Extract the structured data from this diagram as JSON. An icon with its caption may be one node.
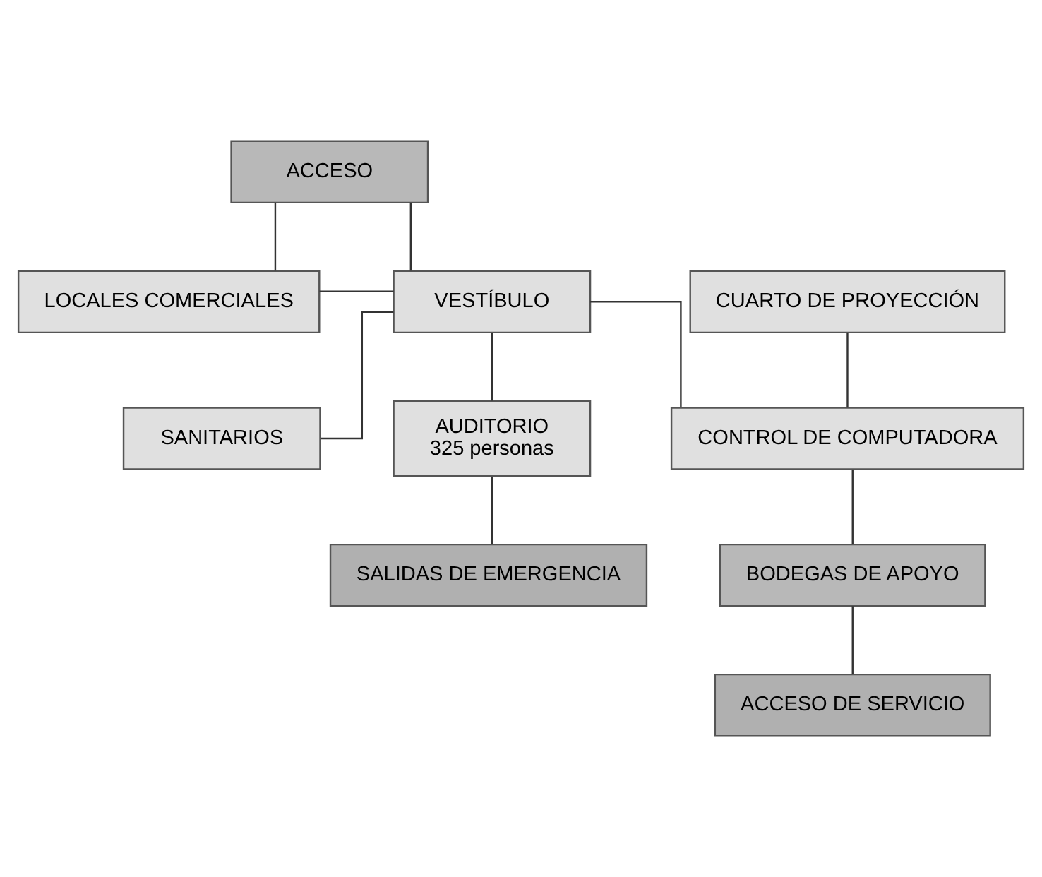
{
  "diagram": {
    "nodes": [
      {
        "text": [
          "ACCESO"
        ]
      },
      {
        "text": [
          "LOCALES COMERCIALES"
        ]
      },
      {
        "text": [
          "VESTÍBULO"
        ]
      },
      {
        "text": [
          "CUARTO DE PROYECCIÓN"
        ]
      },
      {
        "text": [
          "SANITARIOS"
        ]
      },
      {
        "text": [
          "AUDITORIO",
          "325 personas"
        ]
      },
      {
        "text": [
          "CONTROL DE COMPUTADORA"
        ]
      },
      {
        "text": [
          "SALIDAS DE EMERGENCIA"
        ]
      },
      {
        "text": [
          "BODEGAS DE APOYO"
        ]
      },
      {
        "text": [
          "ACCESO DE SERVICIO"
        ]
      }
    ],
    "edges": [
      {
        "from": 0,
        "to": 1,
        "arrow": "none"
      },
      {
        "from": 0,
        "to": 2,
        "arrow": "none"
      },
      {
        "from": 1,
        "to": 2,
        "arrow": "none"
      },
      {
        "from": 2,
        "to": 4,
        "arrow": "none"
      },
      {
        "from": 2,
        "to": 5,
        "arrow": "none"
      },
      {
        "from": 2,
        "to": 6,
        "arrow": "none"
      },
      {
        "from": 3,
        "to": 6,
        "arrow": "none"
      },
      {
        "from": 5,
        "to": 7,
        "arrow": "none"
      },
      {
        "from": 6,
        "to": 8,
        "arrow": "none"
      },
      {
        "from": 8,
        "to": 9,
        "arrow": "none"
      }
    ]
  }
}
